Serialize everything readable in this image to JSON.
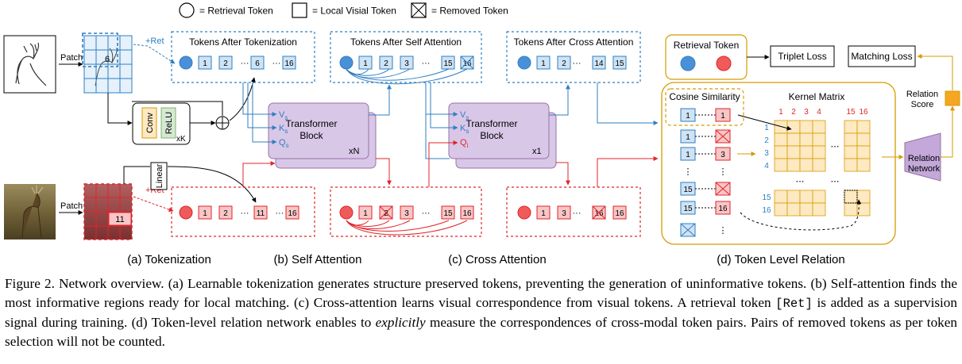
{
  "legend": {
    "retrieval": "= Retrieval Token",
    "local": "= Local Visial Token",
    "removed": "= Removed Token"
  },
  "tokenization": {
    "patch_top": "Patch",
    "patch_bottom": "Patch",
    "ret_top": "+Ret",
    "ret_bottom": "+Ret",
    "grid_top_label": "6",
    "grid_bottom_label": "11",
    "conv": "Conv",
    "relu": "ReLU",
    "repeat": "xK",
    "linear": "Linear",
    "caption": "(a) Tokenization"
  },
  "panels": {
    "after_tokenization": "Tokens After Tokenization",
    "after_self_attention": "Tokens After Self Attention",
    "after_cross_attention": "Tokens After Cross Attention"
  },
  "sequences": {
    "tokenized_top": [
      "1",
      "2",
      "···",
      "6",
      "···",
      "16"
    ],
    "tokenized_bottom": [
      "1",
      "2",
      "···",
      "11",
      "···",
      "16"
    ],
    "self_top": [
      "1",
      "2",
      "3",
      "···",
      "15",
      "16"
    ],
    "self_bottom": [
      "1",
      "2",
      "3",
      "···",
      "15",
      "16"
    ],
    "cross_top": [
      "1",
      "2",
      "···",
      "14",
      "15"
    ],
    "cross_bottom": [
      "1",
      "3",
      "···",
      "16",
      "16"
    ]
  },
  "self_attention": {
    "block_line1": "Transformer",
    "block_line2": "Block",
    "repeat": "xN",
    "v": "V",
    "k": "K",
    "q": "Q",
    "sub": "s",
    "caption": "(b) Self Attention"
  },
  "cross_attention": {
    "block_line1": "Transformer",
    "block_line2": "Block",
    "repeat": "x1",
    "v": "V",
    "k": "K",
    "q": "Q",
    "sub_vk": "s",
    "sub_q": "i",
    "caption": "(c) Cross Attention"
  },
  "relation": {
    "retrieval_token": "Retrieval Token",
    "triplet_loss": "Triplet Loss",
    "matching_loss": "Matching Loss",
    "relation_score_line1": "Relation",
    "relation_score_line2": "Score",
    "cosine_similarity": "Cosine Similarity",
    "kernel_matrix": "Kernel Matrix",
    "col_labels": [
      "1",
      "2",
      "3",
      "4",
      "15",
      "16"
    ],
    "row_labels": [
      "1",
      "2",
      "3",
      "4",
      "15",
      "16"
    ],
    "pairs_left": [
      "1",
      "1",
      "1",
      "⋮",
      "15",
      "15",
      ""
    ],
    "pairs_right": [
      "1",
      "",
      "3",
      "⋮",
      "",
      "16",
      "⋮"
    ],
    "network_line1": "Relation",
    "network_line2": "Network",
    "caption": "(d) Token Level Relation"
  },
  "caption": {
    "p1": "Figure 2. Network overview. (a) Learnable tokenization generates structure preserved tokens, preventing the generation of uninformative tokens. (b) Self-attention finds the most informative regions ready for local matching. (c) Cross-attention learns visual correspondence from visual tokens. A retrieval token ",
    "ret": "[Ret]",
    "p2": " is added as a supervision signal during training. (d) Token-level relation network enables to ",
    "em": "explicitly",
    "p3": " measure the correspondences of cross-modal token pairs. Pairs of removed tokens as per token selection will not be counted."
  },
  "colors": {
    "blue": "#2f7fc1",
    "blue_fill": "#cfe3f5",
    "red": "#e0242a",
    "red_fill": "#f8c6c6",
    "purple": "#d9c7e8",
    "orange": "#d79b00",
    "orange_fill": "#fde9c2"
  }
}
